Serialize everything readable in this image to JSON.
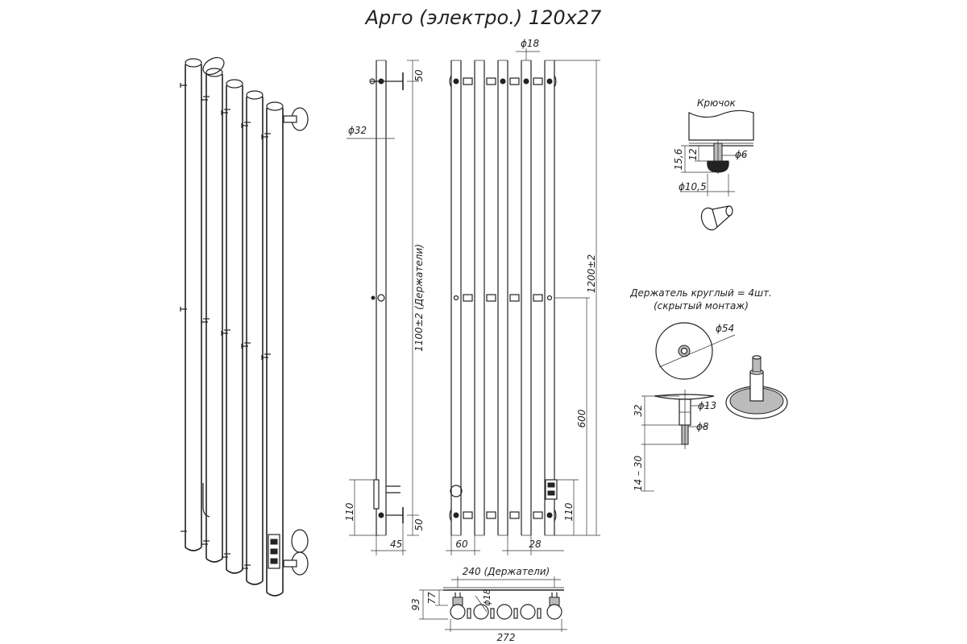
{
  "title": "Арго (электро.) 120х27",
  "front_view": {
    "dim_tube_diameter": "ϕ18",
    "dim_height_total": "1200±2",
    "dim_height_socket": "600",
    "dim_bottom_offset": "110",
    "dim_pitch": "28",
    "dim_edge": "60"
  },
  "side_view": {
    "dim_top": "50",
    "dim_bottom": "50",
    "dim_diameter": "ϕ32",
    "dim_holders_height": "1100±2 (Держатели)",
    "dim_bottom_110": "110",
    "dim_depth": "45"
  },
  "top_view": {
    "dim_holders_width": "240 (Держатели)",
    "dim_total_width": "272",
    "dim_depth_93": "93",
    "dim_depth_77": "77",
    "dim_tube": "ϕ18"
  },
  "hook": {
    "title": "Крючок",
    "dim_15_6": "15,6",
    "dim_12": "12",
    "dim_6": "ϕ6",
    "dim_10_5": "ϕ10,5"
  },
  "holder": {
    "title_line1": "Держатель круглый = 4шт.",
    "title_line2": "(скрытый монтаж)",
    "dim_54": "ϕ54",
    "dim_32": "32",
    "dim_13": "ϕ13",
    "dim_8": "ϕ8",
    "dim_14_30": "14 – 30"
  }
}
